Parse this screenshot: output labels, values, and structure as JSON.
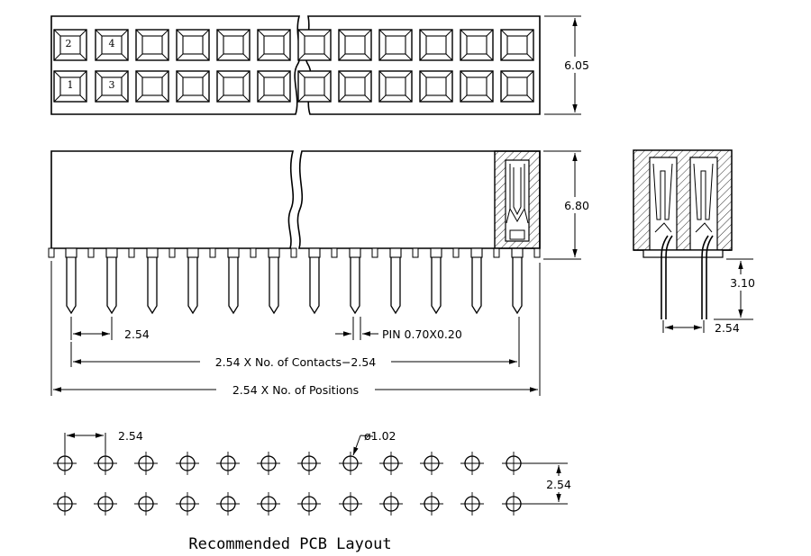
{
  "top_view": {
    "pad_labels": [
      "2",
      "4",
      "1",
      "3"
    ],
    "height_dim": "6.05"
  },
  "side_view": {
    "height_dim": "6.80",
    "pitch_dim": "2.54",
    "pin_dim": "PIN  0.70X0.20",
    "contacts_dim": "2.54  X  No.  of  Contacts−2.54",
    "positions_dim": "2.54  X  No.  of  Positions"
  },
  "end_view": {
    "tail_dim": "3.10",
    "row_pitch_dim": "2.54"
  },
  "pcb_layout": {
    "pitch_dim": "2.54",
    "hole_dim": "ø1.02",
    "row_pitch_dim": "2.54",
    "caption": "Recommended PCB Layout"
  }
}
